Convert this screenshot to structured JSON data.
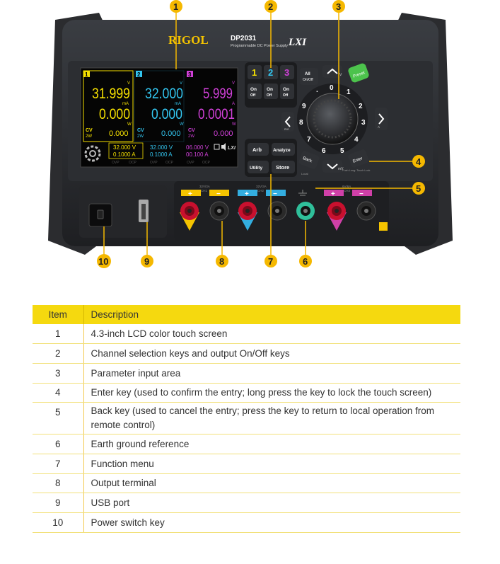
{
  "device": {
    "brand": "RIGOL",
    "model": "DP2031",
    "subtitle": "Programmable DC Power Supply",
    "lxi": "LXI",
    "channels": [
      {
        "num": "1",
        "voltage": "31.999",
        "current": "0.000",
        "power": "0.000",
        "mode": "CV",
        "mode_power": "2W",
        "color": "#f5e000"
      },
      {
        "num": "2",
        "voltage": "32.000",
        "current": "0.000",
        "power": "0.000",
        "mode": "CV",
        "mode_power": "2W",
        "color": "#33c6f0"
      },
      {
        "num": "3",
        "voltage": "5.999",
        "current": "0.0001",
        "power": "0.000",
        "mode": "CV",
        "mode_power": "2W",
        "color": "#d040d8"
      }
    ],
    "units": {
      "v": "V",
      "ma": "mA",
      "a": "A",
      "w": "W"
    },
    "settings": [
      {
        "v": "32.000 V",
        "a": "0.1000 A"
      },
      {
        "v": "32.000 V",
        "a": "0.1000 A"
      },
      {
        "v": "06.000 V",
        "a": "00.100 A"
      }
    ],
    "status_lxi": "LXI",
    "ovp_ocp": [
      "OVP",
      "OCP",
      "OVP",
      "OCP",
      "OVP",
      "OCP"
    ],
    "channel_keys": [
      "1",
      "2",
      "3"
    ],
    "on_off": [
      "On",
      "Off"
    ],
    "all_on_off": [
      "All",
      "On/Off"
    ],
    "menu_keys": [
      "Arb",
      "Analyze",
      "Utility",
      "Store"
    ],
    "preset": "Preset",
    "back": "Back",
    "back_sub": "Local",
    "enter": "Enter",
    "enter_sub": "Push Long: Touch Lock",
    "knob_digits": [
      "0",
      "1",
      "2",
      "3",
      "4",
      "5",
      "6",
      "7",
      "8",
      "9"
    ],
    "dot": ".",
    "arrow_labels": [
      "V",
      "A",
      "mA",
      "mV"
    ],
    "terminal_labels": [
      "32V/3A",
      "CH1",
      "32V/3A",
      "CH2",
      "6V/6A",
      "CH3"
    ],
    "terminal_signs": [
      "+",
      "−",
      "+",
      "−",
      "+",
      "−"
    ]
  },
  "callouts": [
    "1",
    "2",
    "3",
    "4",
    "5",
    "6",
    "7",
    "8",
    "9",
    "10"
  ],
  "table": {
    "headers": {
      "item": "Item",
      "description": "Description"
    },
    "rows": [
      {
        "item": "1",
        "description": "4.3-inch LCD color touch screen"
      },
      {
        "item": "2",
        "description": "Channel selection keys and output On/Off keys"
      },
      {
        "item": "3",
        "description": "Parameter input area"
      },
      {
        "item": "4",
        "description": "Enter key (used to confirm the entry; long press the key to lock the touch screen)"
      },
      {
        "item": "5",
        "description": "Back key (used to cancel the entry; press the key to return to local operation from remote control)"
      },
      {
        "item": "6",
        "description": "Earth ground reference"
      },
      {
        "item": "7",
        "description": "Function menu"
      },
      {
        "item": "8",
        "description": "Output terminal"
      },
      {
        "item": "9",
        "description": "USB port"
      },
      {
        "item": "10",
        "description": "Power switch key"
      }
    ]
  },
  "colors": {
    "accent_yellow": "#f5d90f",
    "callout_fill": "#f5b800",
    "ch1": "#f5e000",
    "ch2": "#33c6f0",
    "ch3": "#d040d8",
    "preset_green": "#4cc34c"
  }
}
